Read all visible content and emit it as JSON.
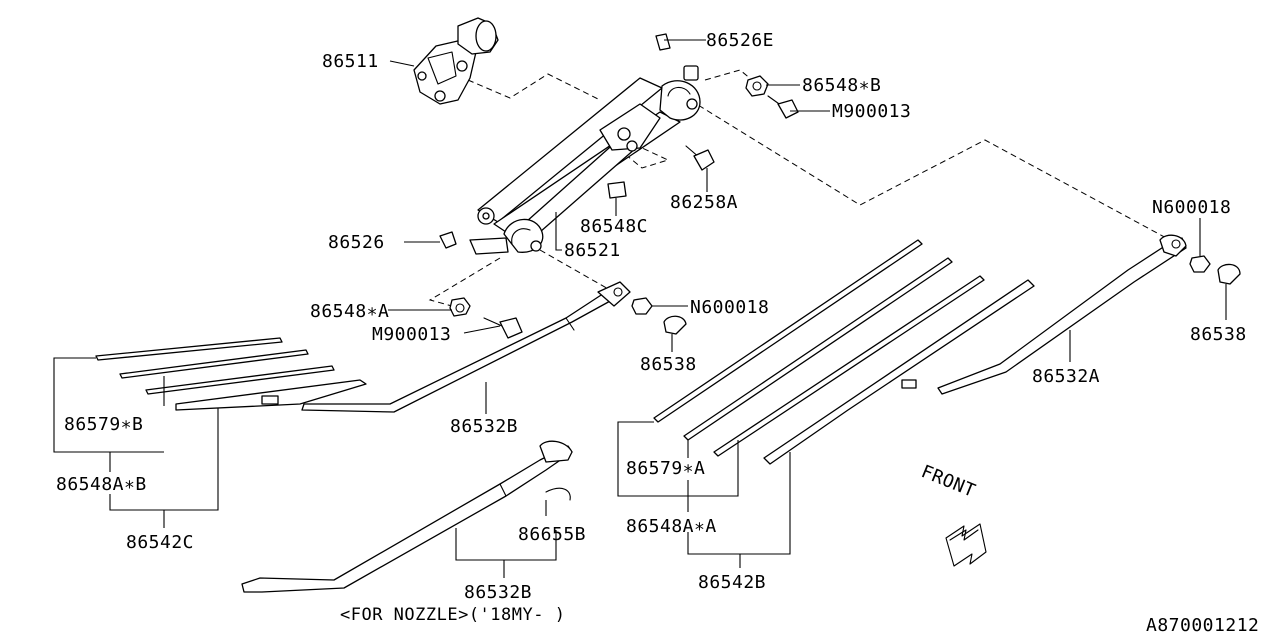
{
  "parts": {
    "p86511": "86511",
    "p86526E": "86526E",
    "p86548B": "86548∗B",
    "pM900013_top": "M900013",
    "p86258A": "86258A",
    "p86548C": "86548C",
    "p86521": "86521",
    "p86526": "86526",
    "p86548A": "86548∗A",
    "pM900013_left": "M900013",
    "pN600018_mid": "N600018",
    "p86538_mid": "86538",
    "pN600018_right": "N600018",
    "p86538_right": "86538",
    "p86532A": "86532A",
    "p86532B_left": "86532B",
    "p86579B": "86579∗B",
    "p86548AB": "86548A∗B",
    "p86542C": "86542C",
    "p86655B": "86655B",
    "p86532B_nozzle": "86532B",
    "p86579A": "86579∗A",
    "p86548AA": "86548A∗A",
    "p86542B": "86542B"
  },
  "notes": {
    "nozzle": "<FOR NOZZLE>('18MY-  )",
    "front": "FRONT",
    "diagram_id": "A870001212"
  },
  "icons": {
    "front_arrow": "double-arrow-icon"
  }
}
